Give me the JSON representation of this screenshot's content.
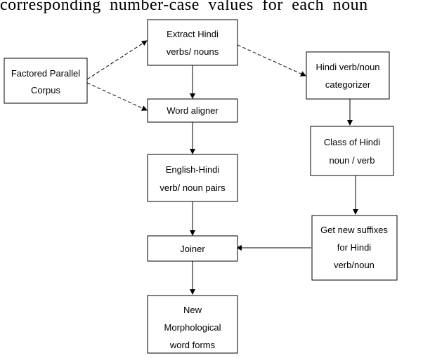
{
  "header_text": "corresponding number-case values for each noun",
  "nodes": {
    "corpus": [
      "Factored Parallel",
      "Corpus"
    ],
    "extract": [
      "Extract Hindi",
      "verbs/ nouns"
    ],
    "aligner": [
      "Word aligner"
    ],
    "categorizer": [
      "Hindi verb/noun",
      "categorizer"
    ],
    "class": [
      "Class of Hindi",
      "noun / verb"
    ],
    "pairs": [
      "English-Hindi",
      "verb/ noun pairs"
    ],
    "suffixes": [
      "Get new suffixes",
      "for Hindi",
      "verb/noun"
    ],
    "joiner": [
      "Joiner"
    ],
    "forms": [
      "New",
      "Morphological",
      "word forms"
    ]
  }
}
